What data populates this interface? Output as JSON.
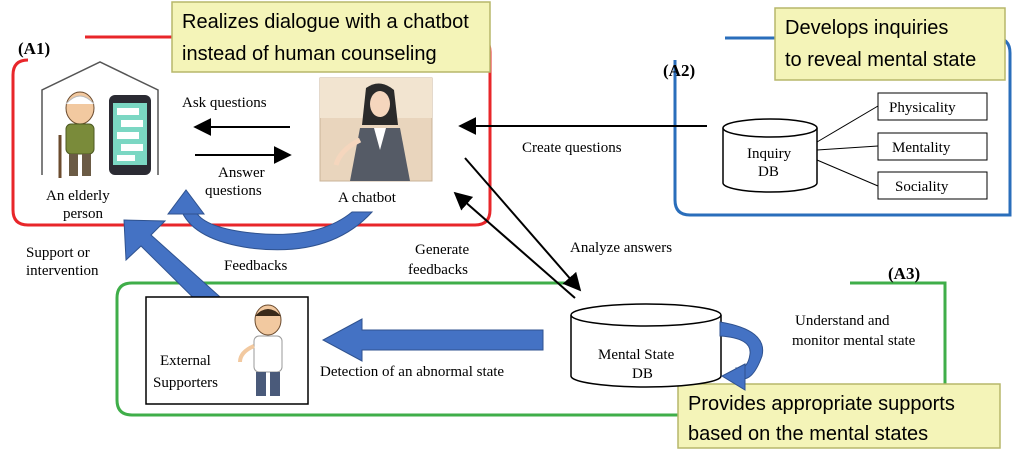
{
  "sections": {
    "a1": {
      "tag": "(A1)",
      "callout": [
        "Realizes dialogue with a chatbot",
        "instead of human counseling"
      ],
      "color": "#e8262a"
    },
    "a2": {
      "tag": "(A2)",
      "callout": [
        "Develops inquiries",
        "to reveal mental state"
      ],
      "color": "#2a6ebb"
    },
    "a3": {
      "tag": "(A3)",
      "callout": [
        "Provides appropriate supports",
        "based on the mental states"
      ],
      "color": "#3fae49"
    }
  },
  "nodes": {
    "elderly": [
      "An elderly",
      "person"
    ],
    "chatbot": "A chatbot",
    "inquiry_db": [
      "Inquiry",
      "DB"
    ],
    "mental_db": [
      "Mental State",
      "DB"
    ],
    "supporters": [
      "External",
      "Supporters"
    ],
    "categories": [
      "Physicality",
      "Mentality",
      "Sociality"
    ]
  },
  "edges": {
    "ask": "Ask questions",
    "answer": [
      "Answer",
      "questions"
    ],
    "create": "Create questions",
    "analyze": "Analyze answers",
    "generate": [
      "Generate",
      "feedbacks"
    ],
    "feedbacks": "Feedbacks",
    "support": [
      "Support or",
      "intervention"
    ],
    "detection": "Detection of an abnormal state",
    "monitor": [
      "Understand and",
      "monitor mental state"
    ]
  },
  "colors": {
    "callout_fill": "#f4f4b8",
    "callout_border": "#b7b76a",
    "blue_arrow": "#4472c4",
    "blue_arrow_border": "#2f528f"
  }
}
